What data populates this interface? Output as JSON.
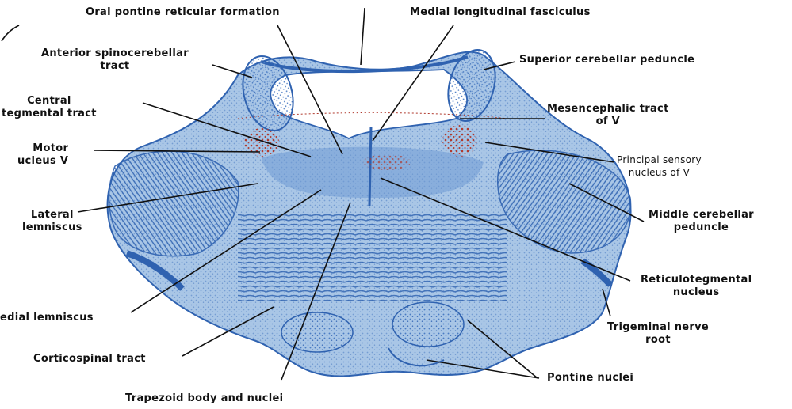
{
  "figure": {
    "colors": {
      "tissue_light": "#a9c6e6",
      "tissue_mid": "#6f9bd3",
      "tissue_dark": "#2f62b0",
      "nucleus_red": "#b03a2e",
      "ink": "#111111",
      "background": "#ffffff"
    },
    "labels": {
      "oral_pontine": "Oral pontine reticular formation",
      "medial_longitudinal": "Medial longitudinal fasciculus",
      "anterior_spinocerebellar": "Anterior spinocerebellar\ntract",
      "superior_cerebellar": "Superior cerebellar peduncle",
      "central_tegmental": "Central\ntegmental tract",
      "mesencephalic_tract": "Mesencephalic tract\nof V",
      "motor_nucleus": "Motor\nucleus V",
      "principal_sensory": "Principal sensory\nnucleus of V",
      "lateral_lemniscus": "Lateral\nlemniscus",
      "middle_cerebellar": "Middle cerebellar\npeduncle",
      "reticulotegmental": "Reticulotegmental\nnucleus",
      "medial_lemniscus": "edial lemniscus",
      "trigeminal_root": "Trigeminal nerve\nroot",
      "corticospinal": "Corticospinal tract",
      "pontine_nuclei": "Pontine nuclei",
      "trapezoid": "Trapezoid body and nuclei"
    }
  }
}
